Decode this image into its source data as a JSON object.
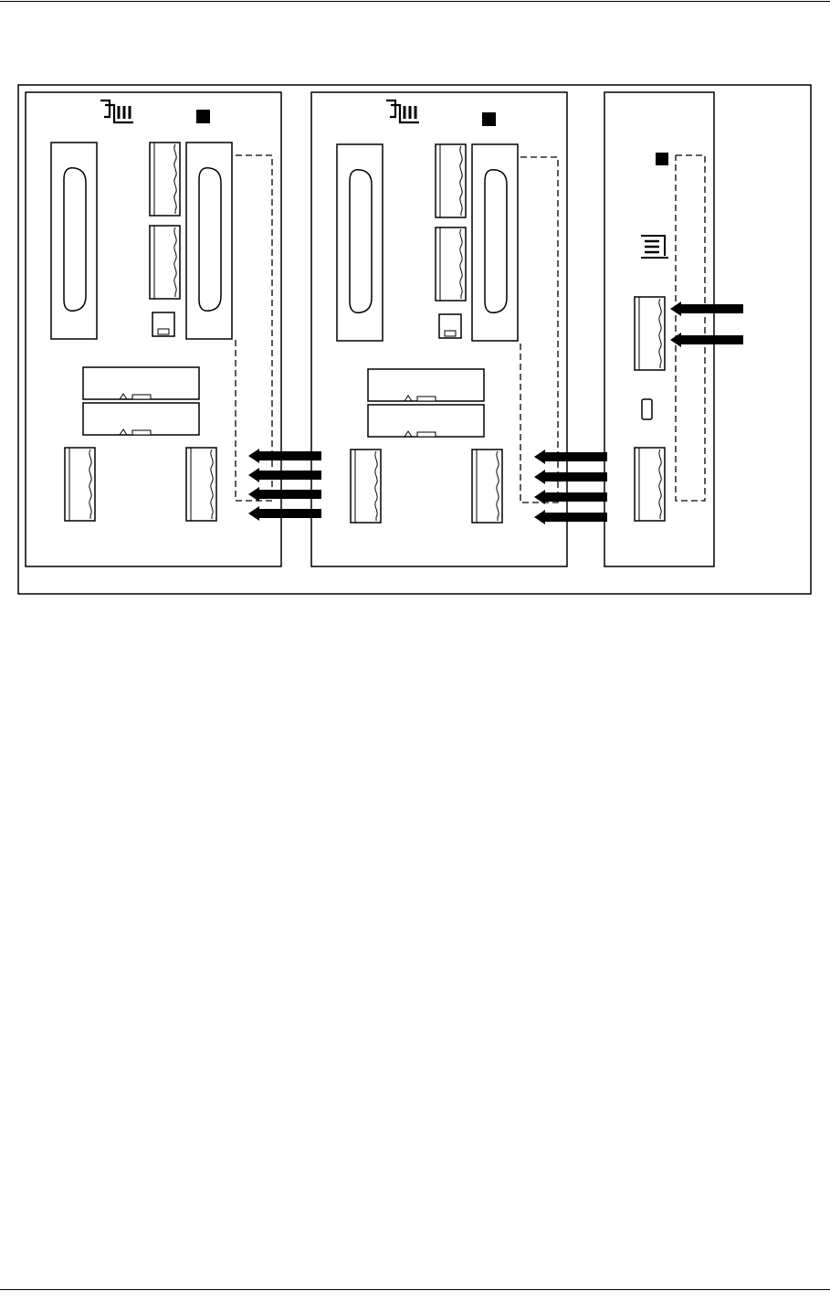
{
  "figure": {
    "type": "hardware-module-diagram",
    "modules": [
      {
        "name": "module-left",
        "has_logo": true,
        "has_led": true,
        "sub_d_connectors": 2,
        "terminal_blocks": 4,
        "ribbon_headers": 2
      },
      {
        "name": "module-middle",
        "has_logo": true,
        "has_led": true,
        "sub_d_connectors": 2,
        "terminal_blocks": 4,
        "ribbon_headers": 2
      },
      {
        "name": "module-right",
        "has_logo": true,
        "has_led": true,
        "sub_d_connectors": 0,
        "terminal_blocks": 2,
        "ribbon_headers": 0
      }
    ],
    "arrow_groups": [
      {
        "name": "arrows-into-left-module",
        "count": 4,
        "direction": "left"
      },
      {
        "name": "arrows-into-middle-module",
        "count": 4,
        "direction": "left"
      },
      {
        "name": "arrows-into-right-module",
        "count": 2,
        "direction": "left"
      }
    ],
    "colors": {
      "line": "#000000",
      "background": "#ffffff"
    }
  }
}
